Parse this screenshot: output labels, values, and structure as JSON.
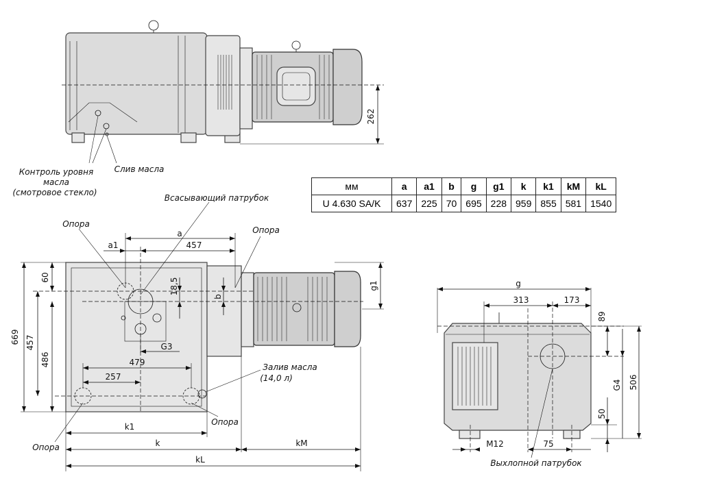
{
  "labels": {
    "oil_level": [
      "Контроль уровня",
      "масла",
      "(смотровое стекло)"
    ],
    "oil_drain": "Слив масла",
    "suction": "Всасывающий патрубок",
    "support": "Опора",
    "oil_fill": [
      "Залив масла",
      "(14,0 л)"
    ],
    "exhaust": "Выхлопной патрубок"
  },
  "dims": {
    "side_262": "262",
    "a": "a",
    "a1": "a1",
    "d457_top": "457",
    "d60": "60",
    "d18_5": "18,5",
    "b": "b",
    "g1": "g1",
    "d669": "669",
    "d457_left": "457",
    "d486": "486",
    "g3": "G3",
    "d479": "479",
    "d257": "257",
    "k1": "k1",
    "k": "k",
    "kM": "kM",
    "kL": "kL",
    "g": "g",
    "d313": "313",
    "d173": "173",
    "d89": "89",
    "g4": "G4",
    "d506": "506",
    "d50": "50",
    "m12": "M12",
    "d75": "75"
  },
  "table": {
    "headers": [
      "мм",
      "a",
      "a1",
      "b",
      "g",
      "g1",
      "k",
      "k1",
      "kM",
      "kL"
    ],
    "rows": [
      [
        "U 4.630 SA/K",
        "637",
        "225",
        "70",
        "695",
        "228",
        "959",
        "855",
        "581",
        "1540"
      ]
    ]
  }
}
